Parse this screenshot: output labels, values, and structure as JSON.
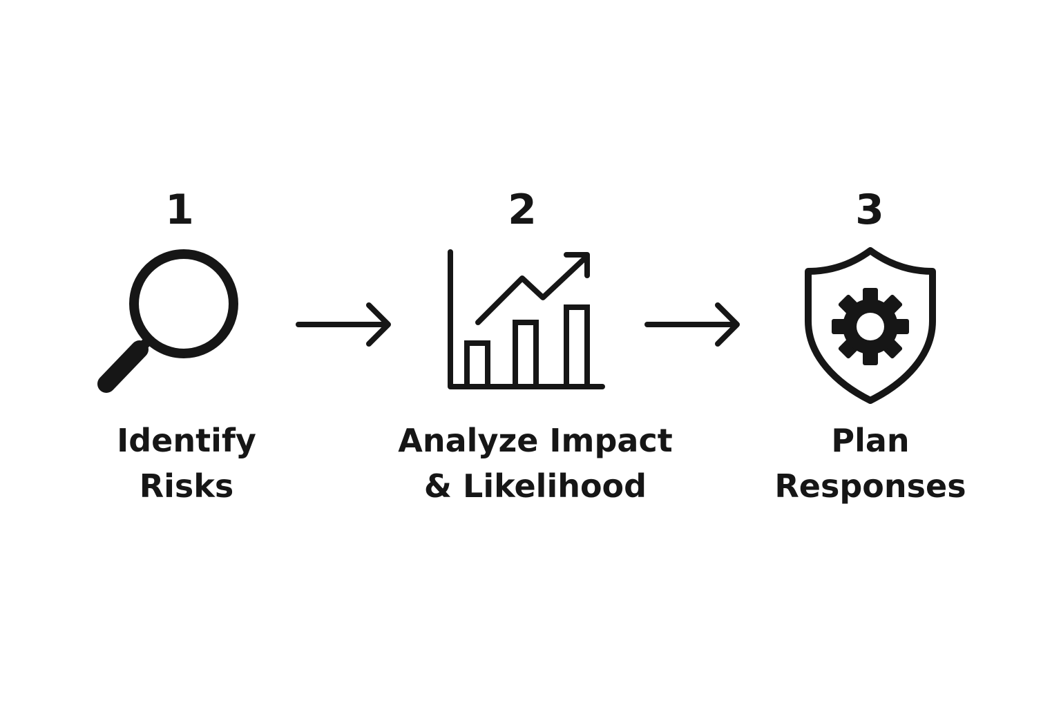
{
  "steps": [
    {
      "number": "1",
      "label_line1": "Identify",
      "label_line2": "Risks",
      "icon": "magnifying-glass-icon"
    },
    {
      "number": "2",
      "label_line1": "Analyze Impact",
      "label_line2": "& Likelihood",
      "icon": "bar-chart-trend-icon"
    },
    {
      "number": "3",
      "label_line1": "Plan",
      "label_line2": "Responses",
      "icon": "shield-gear-icon"
    }
  ],
  "connectors": [
    "arrow-right-icon",
    "arrow-right-icon"
  ],
  "colors": {
    "ink": "#161616",
    "background": "#ffffff"
  }
}
